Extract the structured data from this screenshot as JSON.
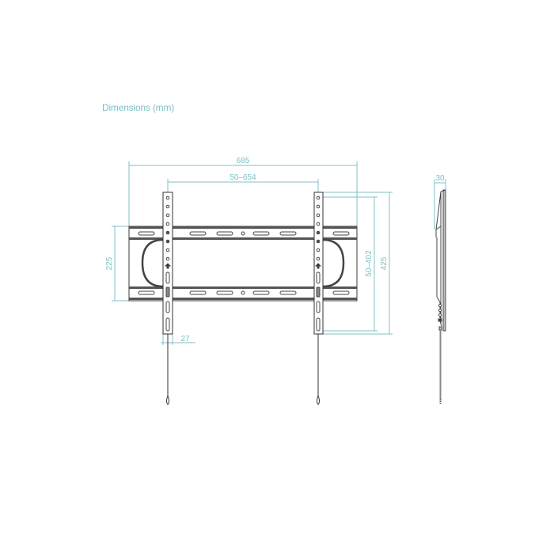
{
  "title": "Dimensions (mm)",
  "colors": {
    "accent": "#7fc0c6",
    "line": "#3a3a3a",
    "fill": "#ffffff",
    "shade": "#bdbdbd"
  },
  "dimensions": {
    "overall_width": "685",
    "vesa_horizontal": "50–654",
    "plate_height": "225",
    "vesa_vertical": "50–402",
    "overall_height": "425",
    "upright_width": "27",
    "depth": "30"
  },
  "views": {
    "front": "front-view",
    "side": "side-view"
  }
}
